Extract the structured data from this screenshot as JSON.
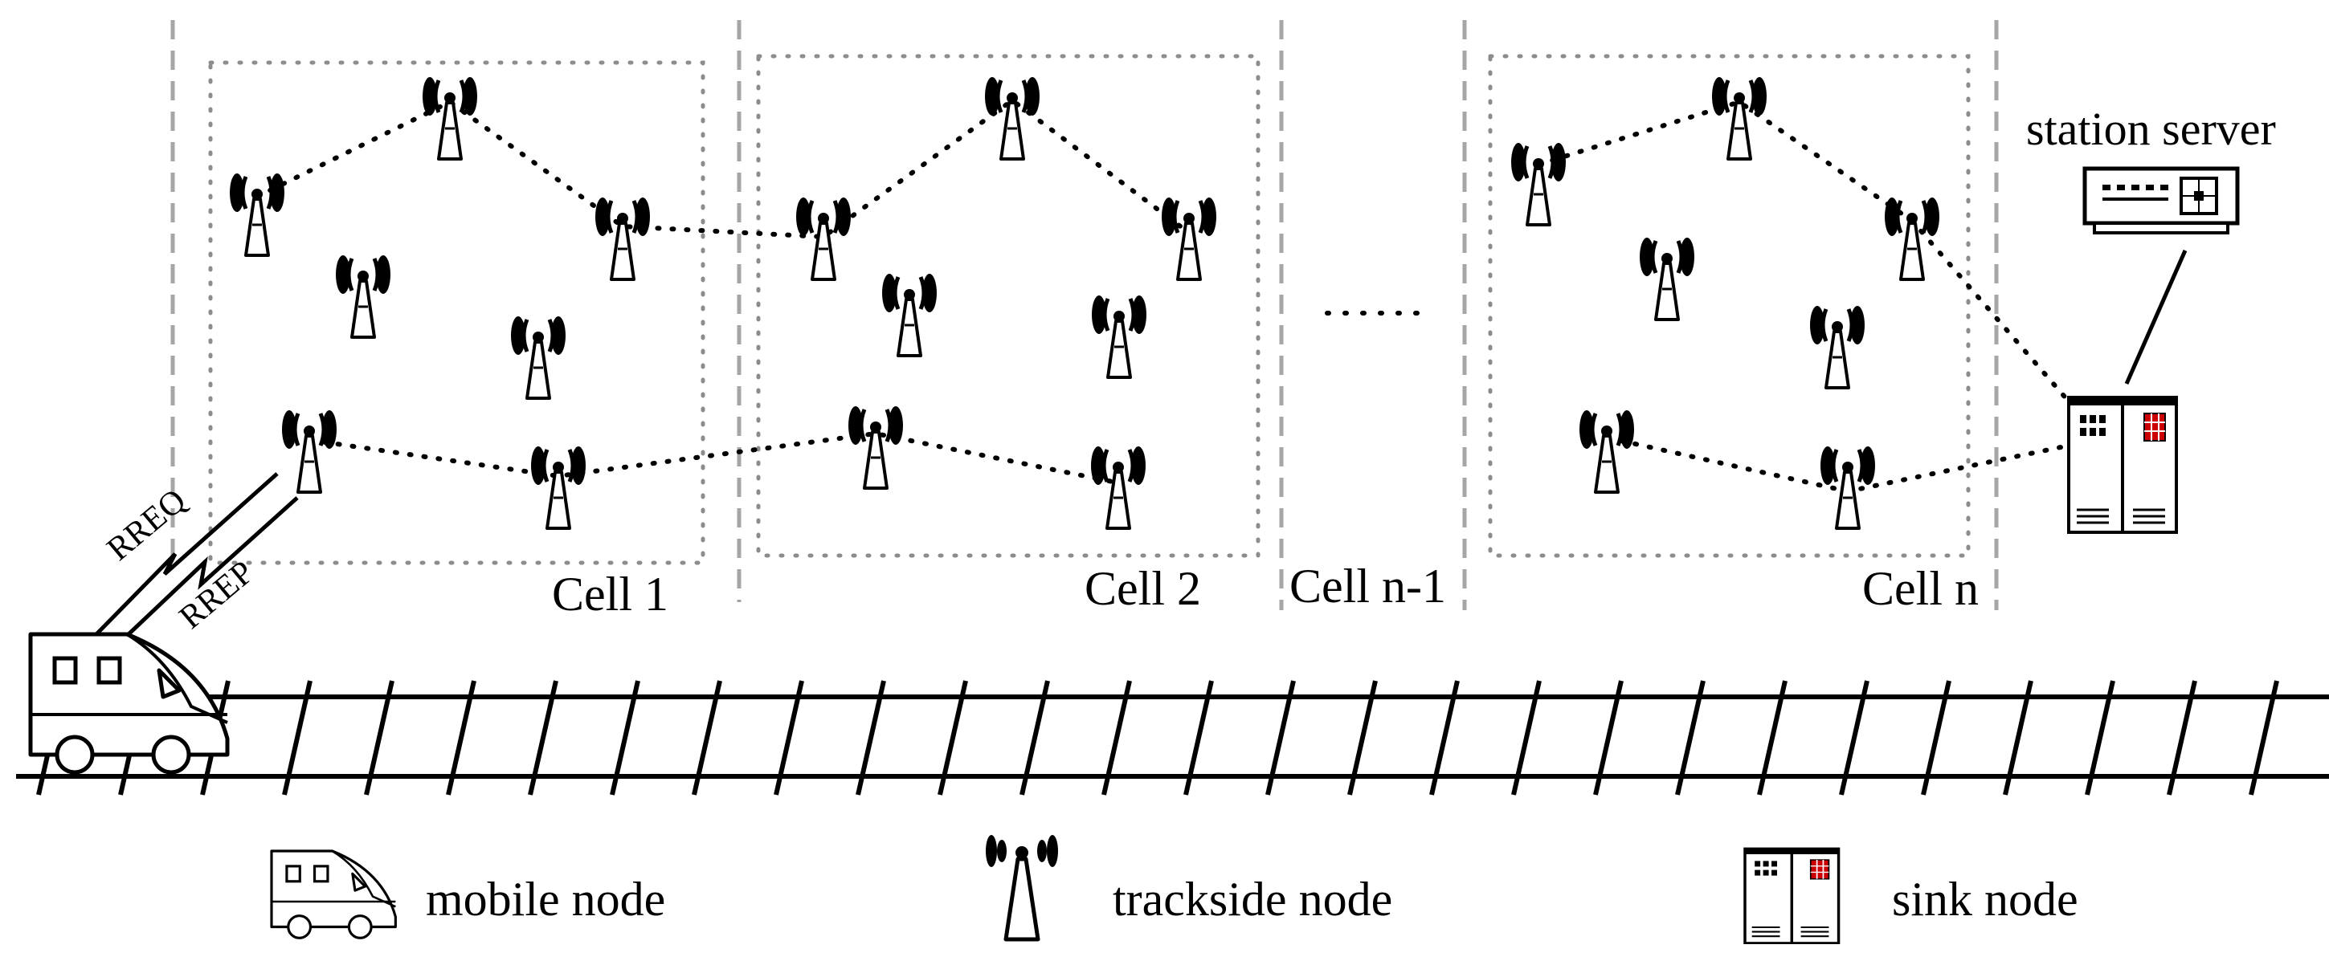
{
  "cells": [
    {
      "label": "Cell 1"
    },
    {
      "label": "Cell 2"
    },
    {
      "label": "Cell n-1"
    },
    {
      "label": "Cell n"
    }
  ],
  "ellipsis": "......",
  "server": {
    "label": "station server"
  },
  "messages": {
    "request": "RREQ",
    "reply": "RREP"
  },
  "legend": {
    "mobile": "mobile node",
    "trackside": "trackside node",
    "sink": "sink node"
  },
  "colors": {
    "line": "#000000",
    "dash": "#a6a6a6",
    "dot": "#8c8c8c",
    "sink_accent": "#cc0000"
  },
  "icons": {
    "mobile": "train-icon",
    "trackside": "antenna-icon",
    "sink": "sink-cabinet-icon",
    "server": "server-icon"
  }
}
